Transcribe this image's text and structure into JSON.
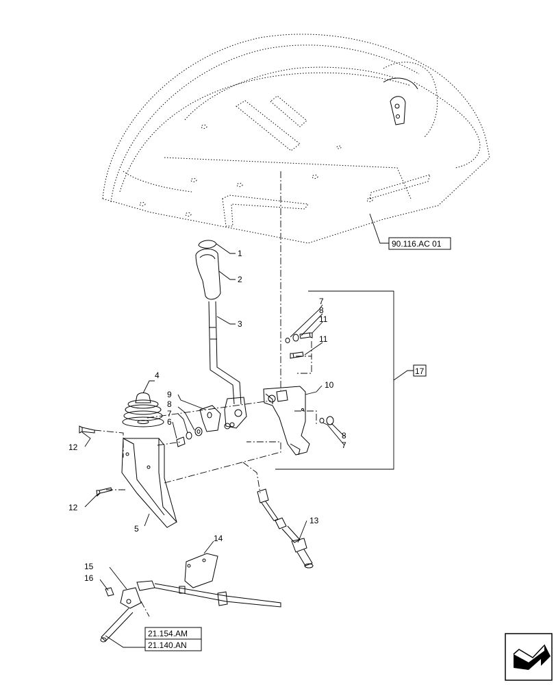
{
  "diagram": {
    "callouts": {
      "c1": "1",
      "c2": "2",
      "c3": "3",
      "c4": "4",
      "c5": "5",
      "c6": "6",
      "c7a": "7",
      "c7b": "7",
      "c7c": "7",
      "c8a": "8",
      "c8b": "8",
      "c8c": "8",
      "c9": "9",
      "c10": "10",
      "c11a": "11",
      "c11b": "11",
      "c12a": "12",
      "c12b": "12",
      "c13": "13",
      "c14": "14",
      "c15": "15",
      "c16": "16",
      "c17": "17"
    },
    "references": {
      "seat": "90.116.AC 01",
      "ref_a": "21.154.AM",
      "ref_b": "21.140.AN"
    },
    "nav_icon": "next-page-arrow-icon"
  }
}
